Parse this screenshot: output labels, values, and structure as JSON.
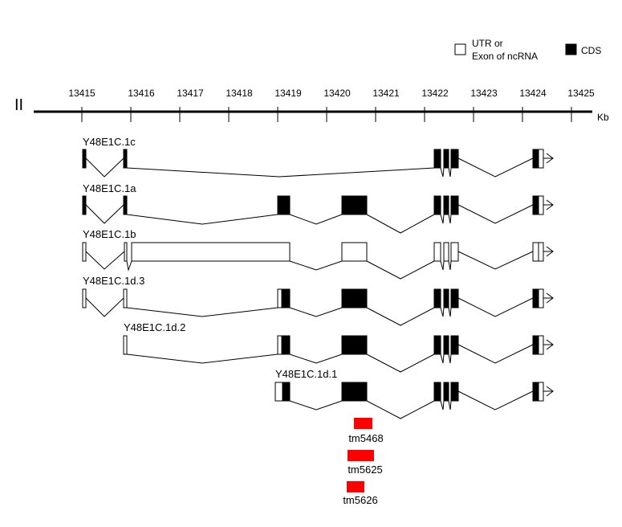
{
  "chromosome": "II",
  "unit": "Kb",
  "ticks": [
    "13415",
    "13416",
    "13417",
    "13418",
    "13419",
    "13420",
    "13421",
    "13422",
    "13423",
    "13424",
    "13425"
  ],
  "legend": {
    "utr_line1": "UTR or",
    "utr_line2": "Exon of ncRNA",
    "cds": "CDS"
  },
  "transcripts": [
    {
      "name": "Y48E1C.1c"
    },
    {
      "name": "Y48E1C.1a"
    },
    {
      "name": "Y48E1C.1b"
    },
    {
      "name": "Y48E1C.1d.3"
    },
    {
      "name": "Y48E1C.1d.2"
    },
    {
      "name": "Y48E1C.1d.1"
    }
  ],
  "alleles": [
    {
      "name": "tm5468"
    },
    {
      "name": "tm5625"
    },
    {
      "name": "tm5626"
    }
  ],
  "colors": {
    "cds": "#000000",
    "utr": "#ffffff",
    "allele": "#ff0000",
    "line": "#000000"
  }
}
